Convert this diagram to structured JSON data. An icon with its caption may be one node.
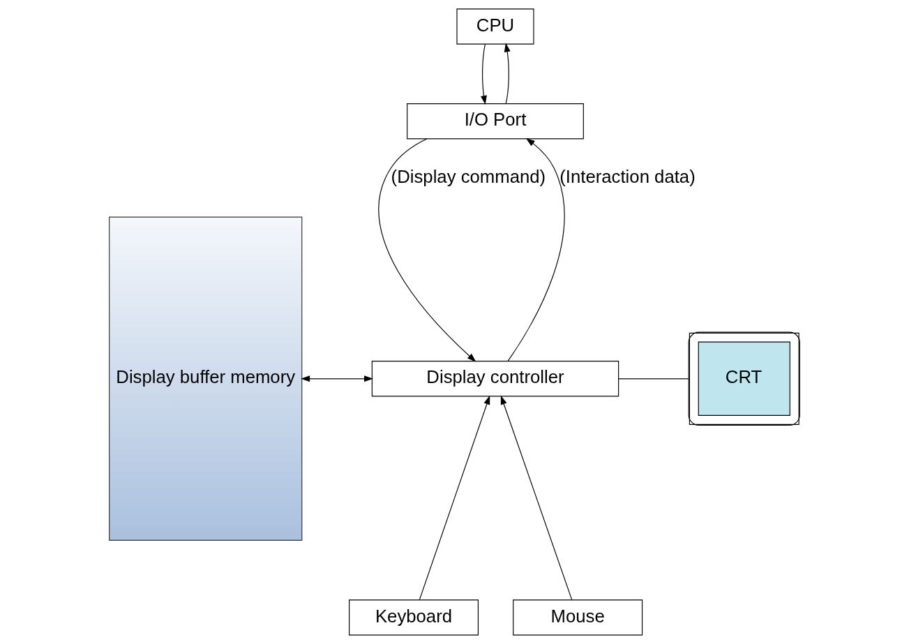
{
  "diagram": {
    "nodes": [
      {
        "text": [
          "CPU"
        ]
      },
      {
        "text": [
          "I/O Port"
        ]
      },
      {
        "text": [
          "Display buffer memory"
        ]
      },
      {
        "text": [
          "Display controller"
        ]
      },
      {
        "text": [
          "CRT"
        ]
      },
      {
        "text": [
          "Keyboard"
        ]
      },
      {
        "text": [
          "Mouse"
        ]
      }
    ],
    "edges": [
      {
        "from": 1,
        "to": 0,
        "arrow": "to"
      },
      {
        "from": 0,
        "to": 1,
        "arrow": "to"
      },
      {
        "from": 3,
        "to": 1,
        "arrow": "to",
        "label": "(Interaction data)"
      },
      {
        "from": 1,
        "to": 3,
        "arrow": "to",
        "label": "(Display command)"
      },
      {
        "from": 2,
        "to": 3,
        "arrow": "both"
      },
      {
        "from": 3,
        "to": 4,
        "arrow": "none"
      },
      {
        "from": 5,
        "to": 3,
        "arrow": "to"
      },
      {
        "from": 6,
        "to": 3,
        "arrow": "to"
      }
    ]
  }
}
